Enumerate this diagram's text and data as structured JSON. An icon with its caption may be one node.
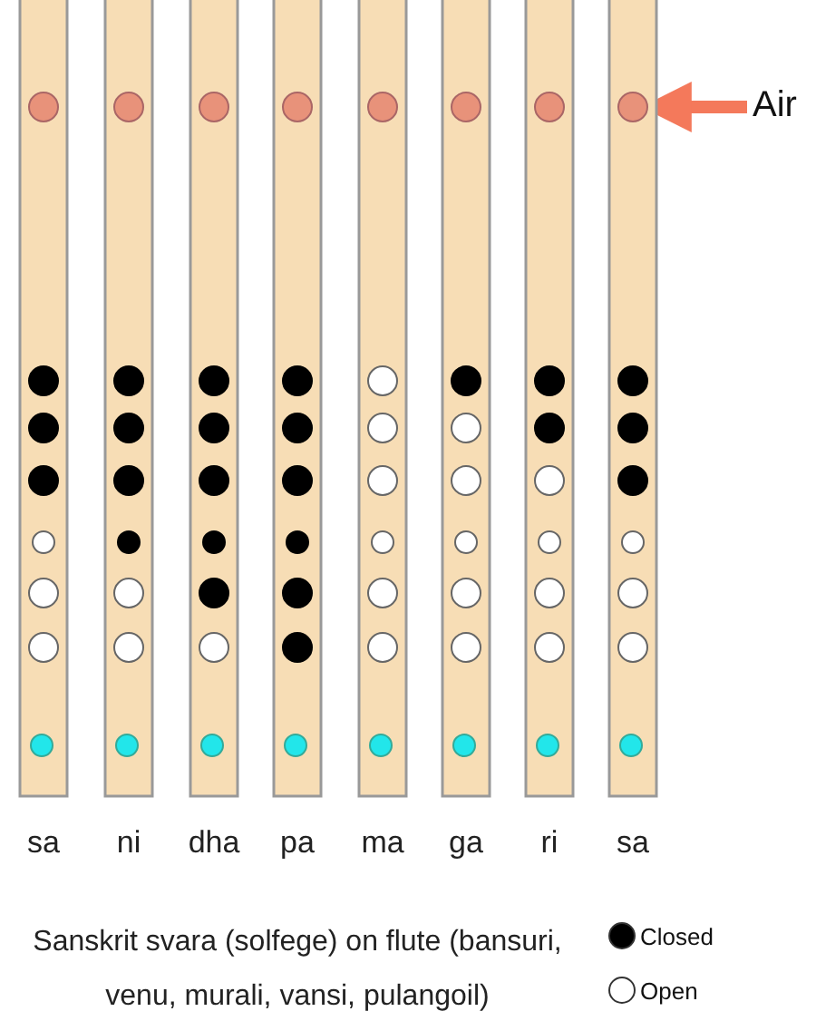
{
  "diagram": {
    "caption": "Sanskrit svara (solfege) on flute (bansuri, venu, murali, vansi, pulangoil)",
    "nodes": [
      {
        "text": [
          "Air"
        ]
      },
      {
        "text": [],
        "shape": "circle"
      }
    ],
    "edges": [
      {
        "from": 0,
        "to": 1,
        "arrow": "to"
      }
    ],
    "labels": [
      "sa",
      "ni",
      "dha",
      "pa",
      "ma",
      "ga",
      "ri",
      "sa"
    ],
    "legend": [
      {
        "text": "Closed"
      },
      {
        "text": "Open"
      }
    ]
  }
}
